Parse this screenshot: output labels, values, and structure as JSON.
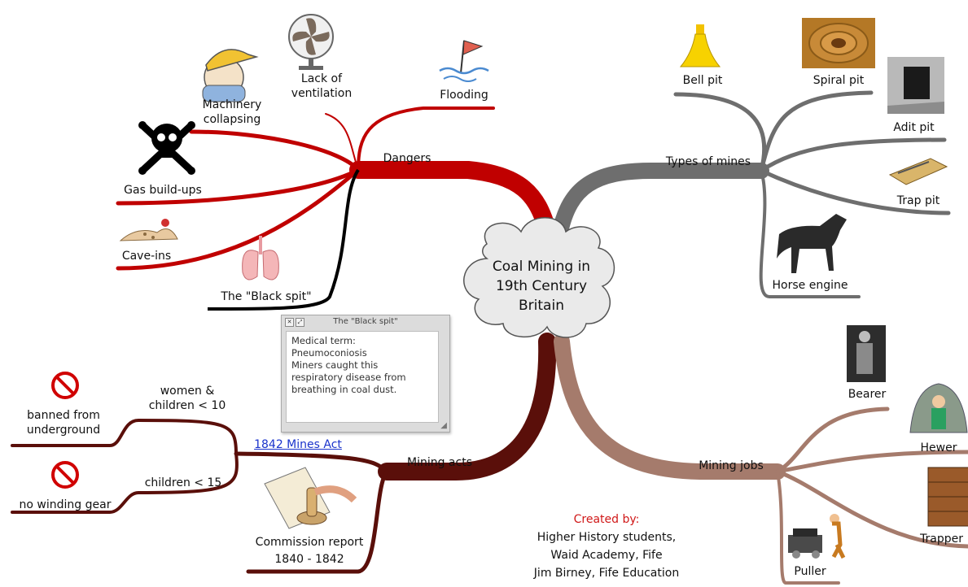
{
  "central_topic": {
    "line1": "Coal Mining in",
    "line2": "19th Century",
    "line3": "Britain"
  },
  "branches": {
    "dangers": {
      "label": "Dangers",
      "color": "#c00000",
      "items": [
        {
          "label": "Machinery collapsing",
          "l1": "Machinery",
          "l2": "collapsing",
          "icon": "hardhat-worker-icon"
        },
        {
          "label": "Lack of ventilation",
          "l1": "Lack of",
          "l2": "ventilation",
          "icon": "fan-icon"
        },
        {
          "label": "Flooding",
          "icon": "flooding-icon"
        },
        {
          "label": "Gas build-ups",
          "icon": "skull-crossbones-icon"
        },
        {
          "label": "Cave-ins",
          "icon": "cave-in-icon"
        },
        {
          "label": "The \"Black spit\"",
          "icon": "lungs-icon",
          "color": "#000000"
        }
      ]
    },
    "types_of_mines": {
      "label": "Types of mines",
      "color": "#6e6e6e",
      "items": [
        {
          "label": "Bell pit",
          "icon": "bell-pit-icon"
        },
        {
          "label": "Spiral pit",
          "icon": "spiral-pit-icon"
        },
        {
          "label": "Adit pit",
          "icon": "adit-pit-icon"
        },
        {
          "label": "Trap pit",
          "icon": "trap-icon"
        },
        {
          "label": "Horse engine",
          "icon": "horse-icon"
        }
      ]
    },
    "mining_acts": {
      "label": "Mining acts",
      "color": "#5a0f0a",
      "act_link": "1842 Mines Act",
      "sub": [
        {
          "label": "women & children < 10",
          "l1": "women &",
          "l2": "children < 10",
          "result": {
            "l1": "banned from",
            "l2": "underground",
            "icon": "prohibited-icon"
          }
        },
        {
          "label": "children < 15",
          "result": {
            "l1": "no winding gear",
            "icon": "prohibited-icon"
          }
        },
        {
          "label": "Commission report 1840 - 1842",
          "l1": "Commission report",
          "l2": "1840 - 1842",
          "icon": "document-stamp-icon"
        }
      ]
    },
    "mining_jobs": {
      "label": "Mining jobs",
      "color": "#a57b6c",
      "items": [
        {
          "label": "Bearer",
          "icon": "bearer-icon"
        },
        {
          "label": "Hewer",
          "icon": "hewer-icon"
        },
        {
          "label": "Trapper",
          "icon": "trapper-door-icon"
        },
        {
          "label": "Puller",
          "icon": "puller-cart-icon"
        }
      ]
    }
  },
  "note": {
    "title": "The \"Black spit\"",
    "lines": [
      "Medical term:",
      "Pneumoconiosis",
      "Miners caught this",
      "respiratory disease from",
      "breathing in coal dust."
    ]
  },
  "credits": {
    "heading": "Created by:",
    "lines": [
      "Higher History students,",
      "Waid Academy, Fife",
      "Jim Birney, Fife Education"
    ]
  }
}
